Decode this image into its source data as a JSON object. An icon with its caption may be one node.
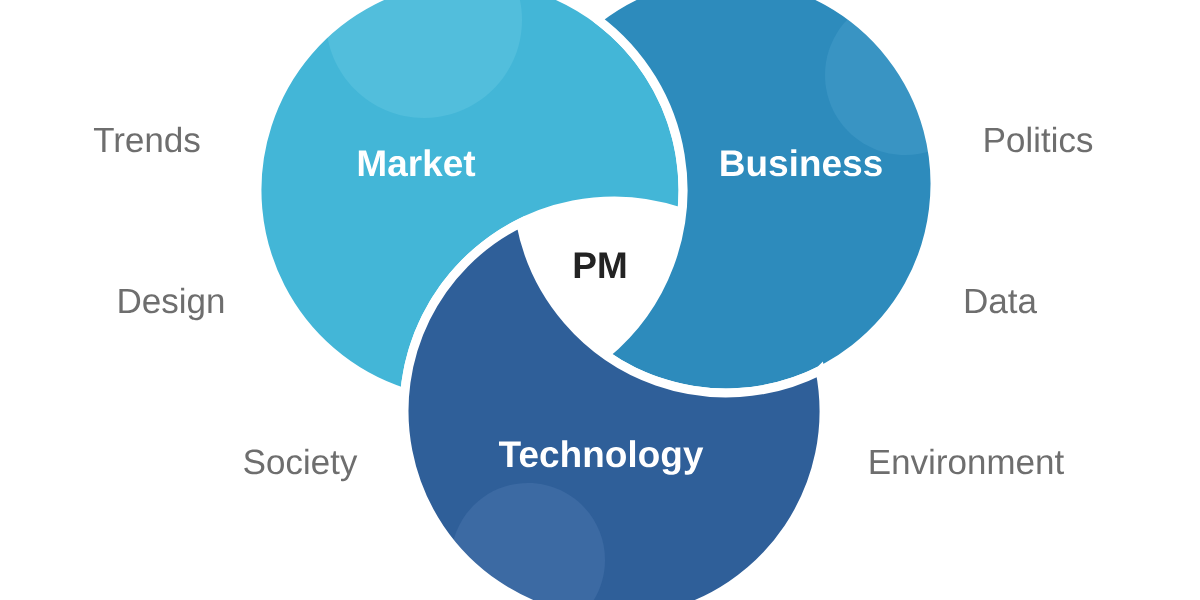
{
  "diagram": {
    "nodes": [
      {
        "text": [
          "Market"
        ]
      },
      {
        "text": [
          "Business"
        ]
      },
      {
        "text": [
          "PM"
        ]
      },
      {
        "text": [
          "Technology"
        ]
      }
    ],
    "labels": [
      "Trends",
      "Politics",
      "Design",
      "Data",
      "Society",
      "Environment"
    ]
  }
}
